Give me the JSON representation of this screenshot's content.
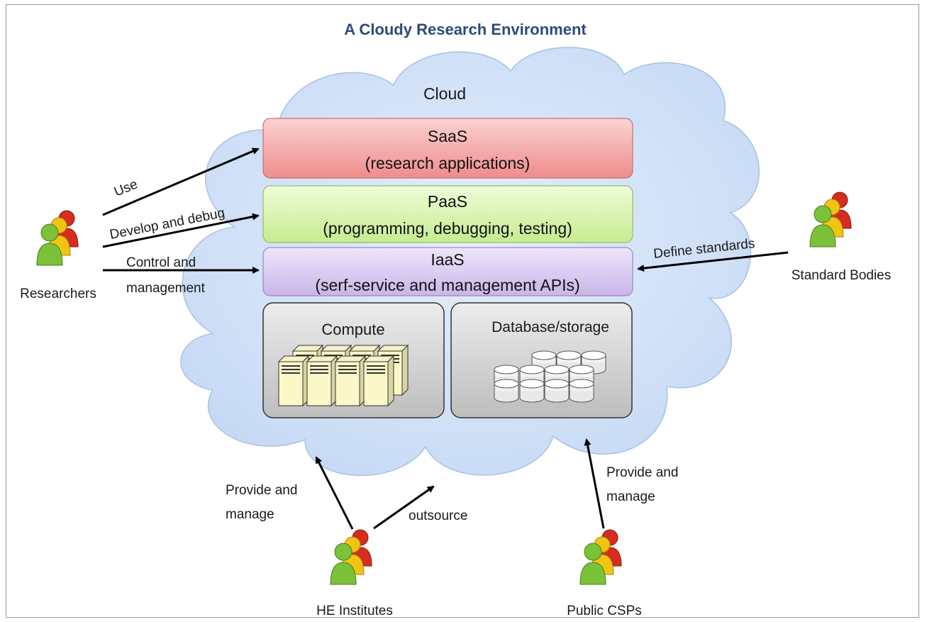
{
  "title": "A Cloudy Research  Environment",
  "cloud_label": "Cloud",
  "layers": {
    "saas": {
      "name": "SaaS",
      "desc": "(research applications)"
    },
    "paas": {
      "name": "PaaS",
      "desc": "(programming, debugging, testing)"
    },
    "iaas": {
      "name": "IaaS",
      "desc": "(serf-service and management APIs)"
    }
  },
  "compute_label": "Compute",
  "storage_label": "Database/storage",
  "actors": {
    "researchers": "Researchers",
    "standard_bodies": "Standard Bodies",
    "he_institutes": "HE Institutes",
    "public_csps": "Public CSPs"
  },
  "arrows": {
    "use": "Use",
    "develop": "Develop and debug",
    "control_1": "Control and",
    "control_2": "management",
    "define": "Define standards",
    "he_provide_1": "Provide and",
    "he_provide_2": "manage",
    "outsource": "outsource",
    "csp_provide_1": "Provide and",
    "csp_provide_2": "manage"
  },
  "colors": {
    "cloud_fill": "#cfdff7",
    "cloud_stroke": "#9fb8dd",
    "saas_fill": "#f4a3a3",
    "paas_fill": "#d8f4b0",
    "iaas_fill": "#d9caf0",
    "box_fill": "#d2d2d2",
    "person_green": "#7cc13a",
    "person_yellow": "#f1c413",
    "person_red": "#d62d20",
    "title": "#2f4a7a"
  }
}
